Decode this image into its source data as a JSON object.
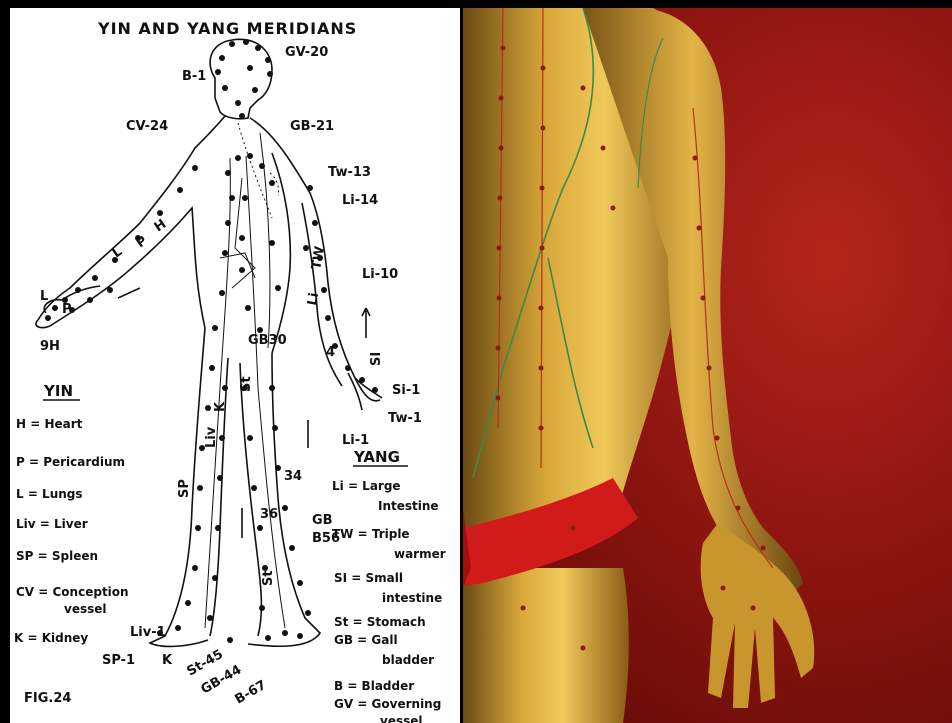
{
  "diagram": {
    "title": "YIN AND YANG MERIDIANS",
    "figure_label": "FIG.24",
    "point_labels": {
      "gv20": "GV-20",
      "b1": "B-1",
      "cv24": "CV-24",
      "gb21": "GB-21",
      "tw13": "Tw-13",
      "li14": "Li-14",
      "li10": "Li-10",
      "gb30": "GB30",
      "p4": "4",
      "si1": "Si-1",
      "tw1": "Tw-1",
      "li1": "Li-1",
      "h9": "9H",
      "n34": "34",
      "n36": "36",
      "gb": "GB",
      "b56": "B56",
      "liv1": "Liv-1",
      "sp1": "SP-1",
      "k": "K",
      "st45": "St-45",
      "gb44": "GB-44",
      "b67": "B-67"
    },
    "meridian_letters": {
      "L_arm": "L",
      "P_arm": "P",
      "H_arm": "H",
      "L_hand": "L",
      "P_hand": "P",
      "TW": "TW",
      "Li": "Li",
      "SI": "SI",
      "Liv": "Liv",
      "K_leg": "K",
      "St": "St",
      "SP": "SP",
      "St_leg2": "St"
    },
    "yin": {
      "heading": "YIN",
      "items": [
        "H = Heart",
        "P = Pericardium",
        "L = Lungs",
        "Liv = Liver",
        "SP = Spleen",
        "CV = Conception",
        "vessel",
        "K = Kidney"
      ]
    },
    "yang": {
      "heading": "YANG",
      "items": [
        "Li = Large",
        "Intestine",
        "TW = Triple",
        "warmer",
        "SI = Small",
        "intestine",
        "St = Stomach",
        "GB = Gall",
        "bladder",
        "B = Bladder",
        "GV = Governing",
        "vessel"
      ]
    }
  },
  "photo": {
    "description_icon": "acupuncture-mannequin",
    "background_color": "#8e1510",
    "figure_color": "#c9962e",
    "sash_color": "#d11a1a"
  }
}
